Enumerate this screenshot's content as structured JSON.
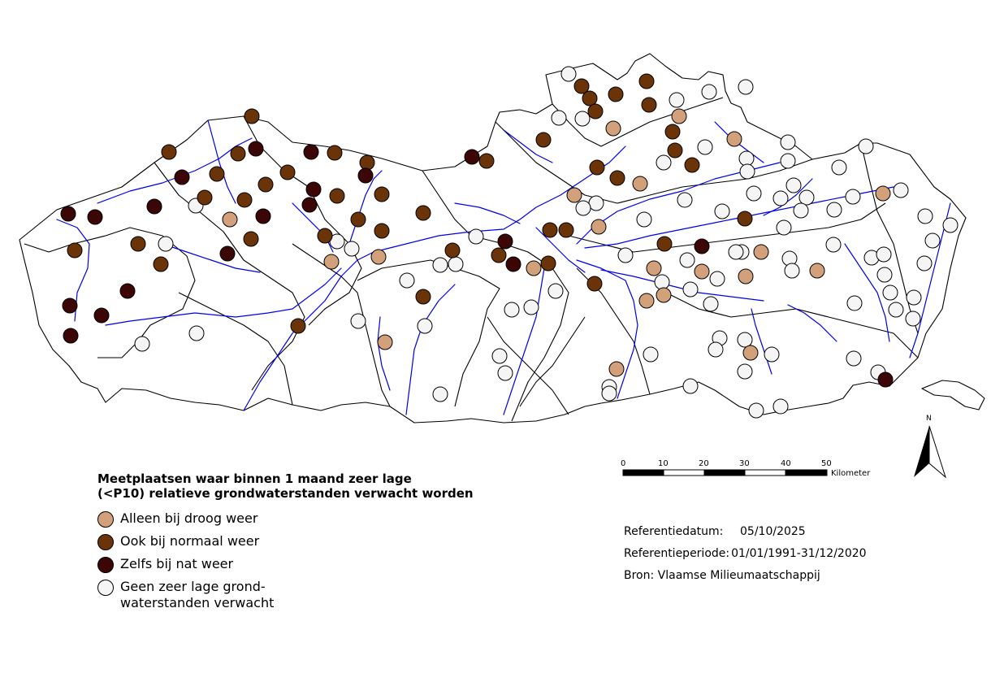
{
  "legend": {
    "title_line1": "Meetplaatsen waar binnen 1 maand zeer lage",
    "title_line2": "(<P10) relatieve grondwaterstanden verwacht worden",
    "items": [
      {
        "label": "Alleen bij droog weer",
        "color": "#d2a07a"
      },
      {
        "label": "Ook bij normaal weer",
        "color": "#6b3308"
      },
      {
        "label": "Zelfs bij nat weer",
        "color": "#3d0606"
      },
      {
        "label": "Geen zeer lage grond-\nwaterstanden verwacht",
        "color": "#f5f5f5"
      }
    ]
  },
  "info": {
    "date_label": "Referentiedatum:",
    "date_value": "05/10/2025",
    "period_label": "Referentieperiode:",
    "period_value": "01/01/1991-31/12/2020",
    "source": "Bron: Vlaamse Milieumaatschappij"
  },
  "scale": {
    "ticks": [
      "0",
      "10",
      "20",
      "30",
      "40",
      "50"
    ],
    "unit": "Kilometer"
  },
  "north_label": "N",
  "colors": {
    "river": "#0000ee",
    "border": "#000000"
  },
  "stations": {
    "droog": [
      [
        755,
        158
      ],
      [
        836,
        143
      ],
      [
        904,
        171
      ],
      [
        707,
        240
      ],
      [
        737,
        279
      ],
      [
        788,
        226
      ],
      [
        408,
        322
      ],
      [
        466,
        316
      ],
      [
        283,
        270
      ],
      [
        657,
        330
      ],
      [
        805,
        330
      ],
      [
        817,
        363
      ],
      [
        796,
        370
      ],
      [
        864,
        334
      ],
      [
        937,
        310
      ],
      [
        918,
        340
      ],
      [
        1006,
        333
      ],
      [
        924,
        434
      ],
      [
        759,
        454
      ],
      [
        474,
        421
      ],
      [
        1087,
        238
      ]
    ],
    "normaal": [
      [
        310,
        143
      ],
      [
        208,
        187
      ],
      [
        293,
        189
      ],
      [
        267,
        214
      ],
      [
        252,
        243
      ],
      [
        301,
        246
      ],
      [
        354,
        212
      ],
      [
        327,
        227
      ],
      [
        412,
        188
      ],
      [
        452,
        200
      ],
      [
        470,
        239
      ],
      [
        441,
        270
      ],
      [
        470,
        284
      ],
      [
        415,
        241
      ],
      [
        400,
        290
      ],
      [
        309,
        294
      ],
      [
        170,
        300
      ],
      [
        198,
        325
      ],
      [
        92,
        308
      ],
      [
        367,
        401
      ],
      [
        521,
        262
      ],
      [
        557,
        308
      ],
      [
        614,
        314
      ],
      [
        521,
        365
      ],
      [
        716,
        106
      ],
      [
        726,
        121
      ],
      [
        733,
        137
      ],
      [
        758,
        116
      ],
      [
        796,
        100
      ],
      [
        799,
        129
      ],
      [
        828,
        162
      ],
      [
        831,
        185
      ],
      [
        852,
        203
      ],
      [
        669,
        172
      ],
      [
        599,
        198
      ],
      [
        735,
        206
      ],
      [
        760,
        219
      ],
      [
        677,
        283
      ],
      [
        697,
        283
      ],
      [
        675,
        324
      ],
      [
        732,
        349
      ],
      [
        818,
        300
      ],
      [
        917,
        269
      ]
    ],
    "nat": [
      [
        84,
        263
      ],
      [
        117,
        267
      ],
      [
        190,
        254
      ],
      [
        224,
        218
      ],
      [
        315,
        183
      ],
      [
        383,
        187
      ],
      [
        450,
        216
      ],
      [
        386,
        233
      ],
      [
        381,
        252
      ],
      [
        324,
        266
      ],
      [
        280,
        312
      ],
      [
        157,
        358
      ],
      [
        86,
        376
      ],
      [
        125,
        388
      ],
      [
        87,
        413
      ],
      [
        581,
        193
      ],
      [
        622,
        297
      ],
      [
        632,
        325
      ],
      [
        864,
        303
      ],
      [
        1090,
        467
      ]
    ],
    "geen": [
      [
        700,
        91
      ],
      [
        688,
        145
      ],
      [
        717,
        146
      ],
      [
        833,
        123
      ],
      [
        873,
        113
      ],
      [
        918,
        107
      ],
      [
        868,
        181
      ],
      [
        817,
        200
      ],
      [
        919,
        195
      ],
      [
        920,
        211
      ],
      [
        970,
        175
      ],
      [
        970,
        198
      ],
      [
        843,
        246
      ],
      [
        889,
        260
      ],
      [
        928,
        238
      ],
      [
        961,
        244
      ],
      [
        977,
        228
      ],
      [
        993,
        243
      ],
      [
        986,
        259
      ],
      [
        965,
        280
      ],
      [
        1027,
        258
      ],
      [
        1050,
        242
      ],
      [
        1066,
        180
      ],
      [
        1033,
        206
      ],
      [
        1109,
        234
      ],
      [
        1139,
        266
      ],
      [
        1170,
        277
      ],
      [
        1148,
        296
      ],
      [
        1138,
        324
      ],
      [
        1073,
        317
      ],
      [
        1088,
        313
      ],
      [
        1089,
        338
      ],
      [
        1096,
        360
      ],
      [
        1125,
        366
      ],
      [
        1103,
        381
      ],
      [
        1124,
        392
      ],
      [
        1052,
        373
      ],
      [
        1026,
        301
      ],
      [
        972,
        318
      ],
      [
        975,
        333
      ],
      [
        913,
        310
      ],
      [
        883,
        343
      ],
      [
        850,
        356
      ],
      [
        875,
        374
      ],
      [
        906,
        310
      ],
      [
        846,
        320
      ],
      [
        815,
        347
      ],
      [
        793,
        270
      ],
      [
        770,
        314
      ],
      [
        734,
        250
      ],
      [
        718,
        256
      ],
      [
        684,
        358
      ],
      [
        654,
        378
      ],
      [
        630,
        381
      ],
      [
        615,
        438
      ],
      [
        622,
        459
      ],
      [
        542,
        485
      ],
      [
        750,
        476
      ],
      [
        750,
        484
      ],
      [
        801,
        436
      ],
      [
        850,
        475
      ],
      [
        886,
        416
      ],
      [
        881,
        430
      ],
      [
        917,
        418
      ],
      [
        950,
        436
      ],
      [
        917,
        457
      ],
      [
        1051,
        441
      ],
      [
        1081,
        458
      ],
      [
        961,
        500
      ],
      [
        931,
        505
      ],
      [
        241,
        253
      ],
      [
        204,
        300
      ],
      [
        415,
        297
      ],
      [
        433,
        306
      ],
      [
        501,
        345
      ],
      [
        542,
        326
      ],
      [
        586,
        291
      ],
      [
        561,
        325
      ],
      [
        441,
        395
      ],
      [
        523,
        401
      ],
      [
        242,
        410
      ],
      [
        175,
        423
      ]
    ]
  }
}
